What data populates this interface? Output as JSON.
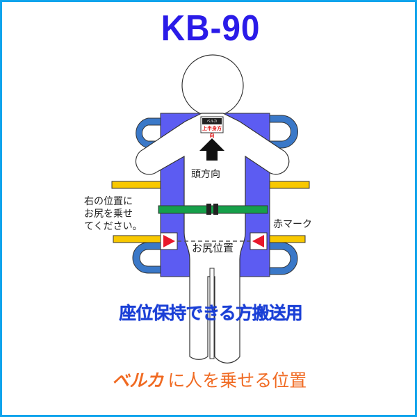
{
  "title": "KB-90",
  "labels": {
    "head_direction": "頭方向",
    "hip_position": "お尻位置",
    "left_note_lines": [
      "右の位置に",
      "お尻を乗せ",
      "てください。"
    ],
    "red_mark": "赤マーク",
    "tag_top": "ベルカ",
    "tag_bottom": "上半身方向"
  },
  "captions": {
    "middle": "座位保持できる方搬送用",
    "bottom_brand": "ベルカ",
    "bottom_rest": "に人を乗せる位置"
  },
  "colors": {
    "border": "#10a4ec",
    "title": "#2a1be8",
    "sheet": "#5c5cf2",
    "handle": "#3a78c8",
    "strap_yellow": "#f8c800",
    "belt_green": "#16a04a",
    "red_mark": "#e8182a",
    "middle_caption": "#1a3fd6",
    "bottom_caption": "#f06a22"
  }
}
